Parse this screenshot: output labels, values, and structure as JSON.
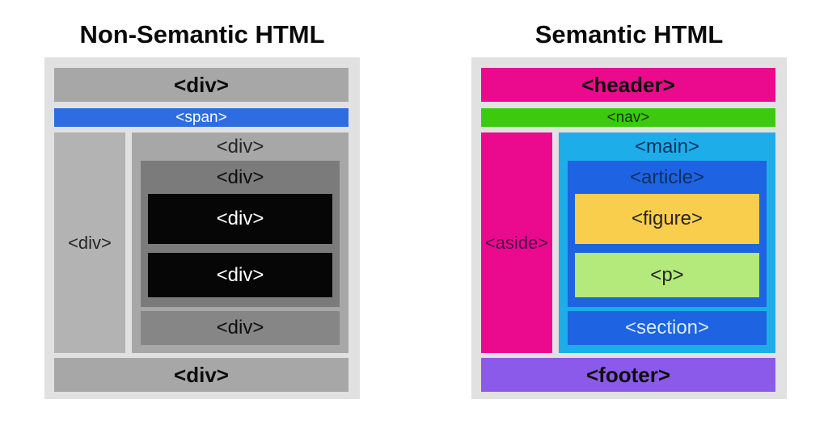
{
  "left_panel": {
    "title": "Non-Semantic HTML",
    "top_bar": "<div>",
    "thin_bar": "<span>",
    "sidebar": "<div>",
    "content_label": "<div>",
    "inner_label": "<div>",
    "box1": "<div>",
    "box2": "<div>",
    "section_box": "<div>",
    "bottom_bar": "<div>"
  },
  "right_panel": {
    "title": "Semantic HTML",
    "top_bar": "<header>",
    "thin_bar": "<nav>",
    "sidebar": "<aside>",
    "content_label": "<main>",
    "inner_label": "<article>",
    "box1": "<figure>",
    "box2": "<p>",
    "section_box": "<section>",
    "bottom_bar": "<footer>"
  },
  "colors": {
    "page_bg": "#ffffff",
    "container_bg": "#e1e1e1",
    "gray_bar": "#a7a7a7",
    "sidebar_gray": "#b3b3b3",
    "inner_gray": "#7b7b7b",
    "black_box": "#060606",
    "section_gray": "#868686",
    "span_blue": "#2d6ce3",
    "magenta": "#eb0a8d",
    "green": "#3bcb0c",
    "cyan": "#1daeea",
    "blue": "#1e63e2",
    "yellow": "#f9ce4c",
    "light_green": "#b4e97b",
    "purple": "#8b5aea",
    "title_text": "#0a0a0a",
    "bold_label_text": "#0d0d0d",
    "dark_label_text": "#262626",
    "white_text": "#ffffff",
    "navy_text": "#0d3263",
    "plum_text": "#4d0d49",
    "nav_text": "#143311",
    "light_blue_text": "#d8eafc"
  }
}
